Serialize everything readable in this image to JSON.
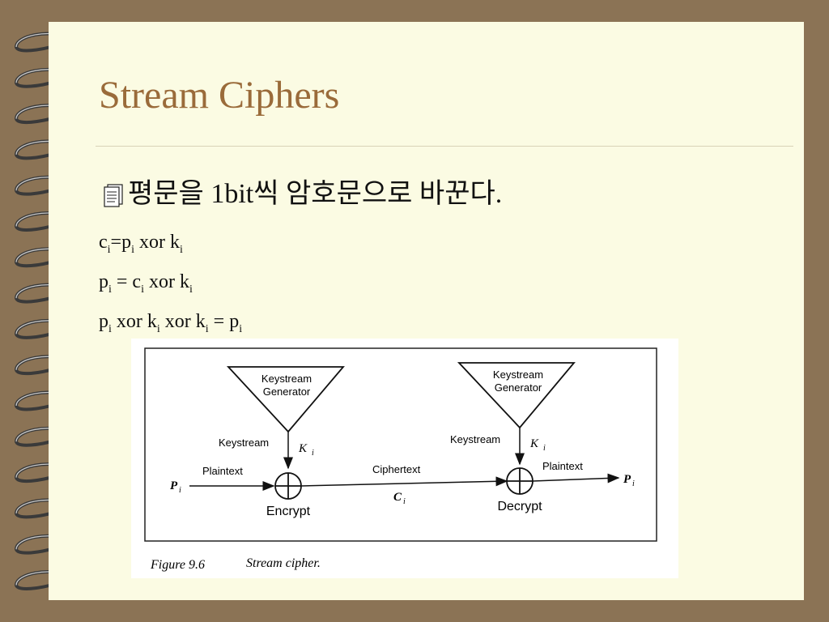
{
  "slide": {
    "title": "Stream Ciphers",
    "bullet": "평문을 1bit씩 암호문으로 바꾼다.",
    "bullet_icon": "notepad-bullet-icon",
    "equations": [
      {
        "parts": [
          "c",
          "i",
          "=p",
          "i",
          " xor k",
          "i"
        ]
      },
      {
        "parts": [
          "p",
          "i",
          " = c",
          "i",
          " xor k",
          "i"
        ]
      },
      {
        "parts": [
          "p",
          "i",
          " xor k",
          "i",
          " xor k",
          "i",
          " = p",
          "i"
        ]
      }
    ]
  },
  "figure": {
    "keystream_generator_left": [
      "Keystream",
      "Generator"
    ],
    "keystream_generator_right": [
      "Keystream",
      "Generator"
    ],
    "keystream_left": "Keystream",
    "keystream_right": "Keystream",
    "k_left": "K",
    "k_right": "K",
    "k_sub": "i",
    "plaintext_left": "Plaintext",
    "plaintext_right": "Plaintext",
    "ciphertext": "Ciphertext",
    "p_in": "P",
    "p_out": "P",
    "c_label": "C",
    "sub_i": "i",
    "encrypt": "Encrypt",
    "decrypt": "Decrypt",
    "caption_num": "Figure 9.6",
    "caption_text": "Stream cipher."
  },
  "colors": {
    "background": "#8b7355",
    "page": "#fbfbe3",
    "title": "#9a6b3a"
  }
}
